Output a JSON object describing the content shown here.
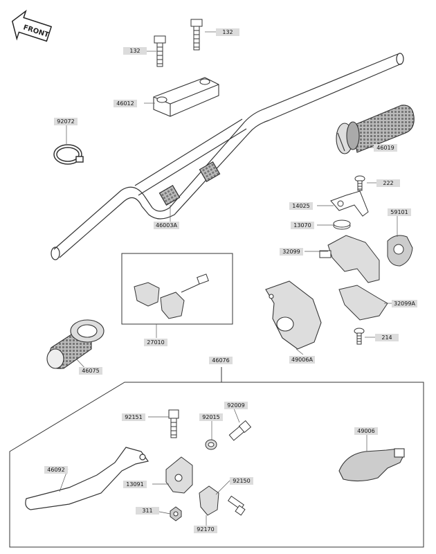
{
  "front_label": "FRONT",
  "parts": {
    "p132a": "132",
    "p132b": "132",
    "p46012": "46012",
    "p92072": "92072",
    "p46019": "46019",
    "p222": "222",
    "p14025": "14025",
    "p13070": "13070",
    "p59101": "59101",
    "p46003a": "46003A",
    "p32099": "32099",
    "p32099a": "32099A",
    "p27010": "27010",
    "p214": "214",
    "p46075": "46075",
    "p49006a": "49006A",
    "p46076": "46076",
    "p92151": "92151",
    "p92015": "92015",
    "p92009": "92009",
    "p46092": "46092",
    "p13091": "13091",
    "p92150": "92150",
    "p311": "311",
    "p92170": "92170",
    "p49006": "49006"
  }
}
